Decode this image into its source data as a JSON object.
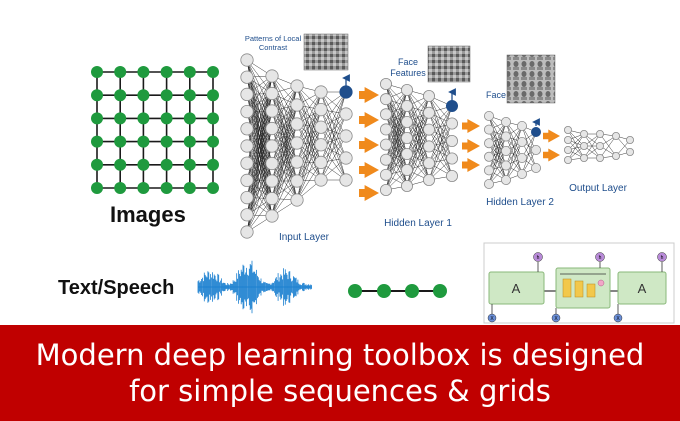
{
  "labels": {
    "images": "Images",
    "text_speech": "Text/Speech",
    "patterns_of_local_contrast": "Patterns of Local\nContrast",
    "face_features": "Face\nFeatures",
    "face": "Face",
    "input_layer": "Input Layer",
    "hidden_layer_1": "Hidden Layer 1",
    "hidden_layer_2": "Hidden Layer 2",
    "output_layer": "Output Layer",
    "rnn_cell": "A",
    "rnn_input": "X",
    "rnn_output": "h"
  },
  "banner": {
    "line1": "Modern deep learning toolbox is designed",
    "line2": "for simple sequences & grids"
  },
  "colors": {
    "grid_node": "#1f9a3e",
    "neuron_fill": "#e6e6e6",
    "neuron_stroke": "#8a8a8a",
    "arrow": "#f08a1c",
    "accent_node": "#1f4e8c",
    "waveform": "#1a7fd0",
    "rnn_box": "#cfe8c5",
    "rnn_input_node": "#6a8fd8",
    "rnn_output_node": "#b88ad8",
    "banner": "#c00000"
  },
  "icons": {
    "feature_thumbnails": [
      "local-contrast-patches-image",
      "face-features-patches-image",
      "faces-image"
    ]
  }
}
